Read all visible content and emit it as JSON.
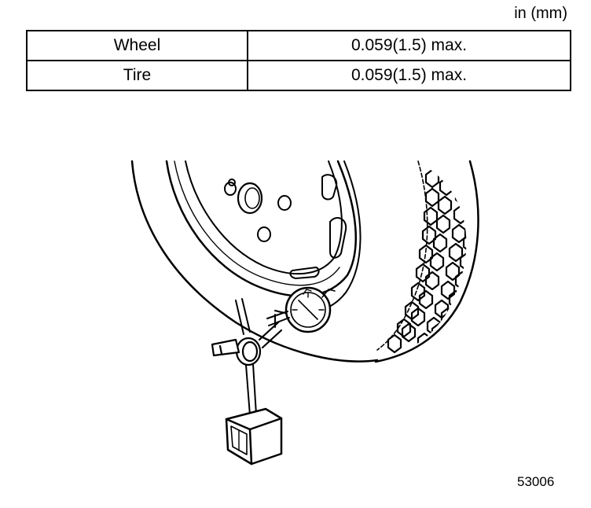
{
  "header": {
    "unit": "in (mm)"
  },
  "spec_table": {
    "rows": [
      {
        "item": "Wheel",
        "value": "0.059(1.5) max."
      },
      {
        "item": "Tire",
        "value": "0.059(1.5) max."
      }
    ]
  },
  "figure": {
    "number": "53006"
  }
}
